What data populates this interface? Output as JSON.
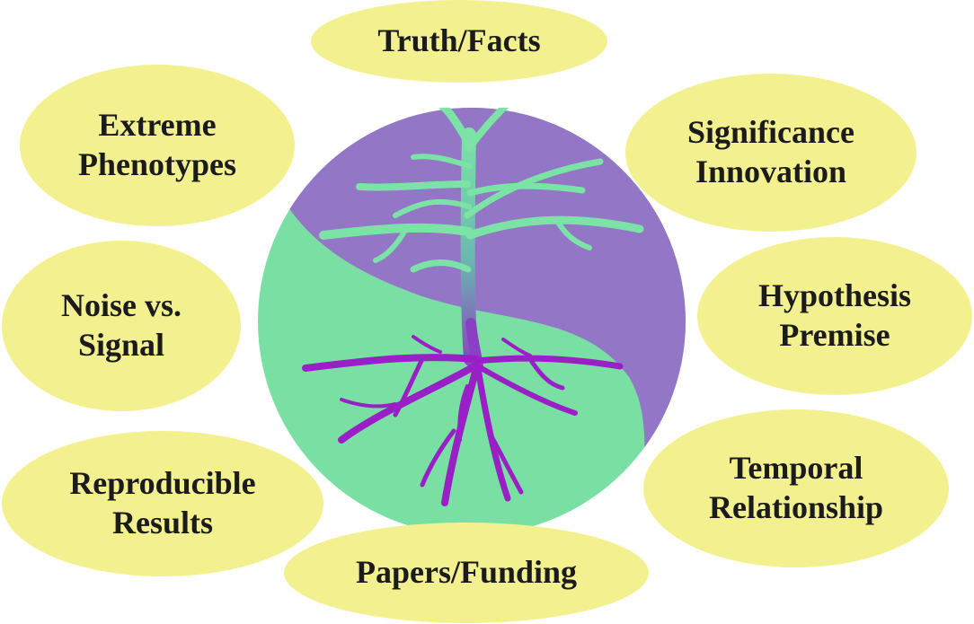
{
  "colors": {
    "bubble_fill": "#f3f18f",
    "circle_purple": "#9376c6",
    "circle_green": "#7adfa3",
    "tree_top": "#7be3a6",
    "root_purple": "#9a1fc6",
    "text": "#1b1b1b"
  },
  "diagram": {
    "center_symbol": "yin-yang circle with tree and roots",
    "bubbles": {
      "top": "Truth/Facts",
      "top_left": [
        "Extreme",
        "Phenotypes"
      ],
      "top_right": [
        "Significance",
        "Innovation"
      ],
      "middle_left": [
        "Noise vs.",
        "Signal"
      ],
      "middle_right": [
        "Hypothesis",
        "Premise"
      ],
      "bottom_left": [
        "Reproducible",
        "Results"
      ],
      "bottom_right": [
        "Temporal",
        "Relationship"
      ],
      "bottom": "Papers/Funding"
    }
  }
}
